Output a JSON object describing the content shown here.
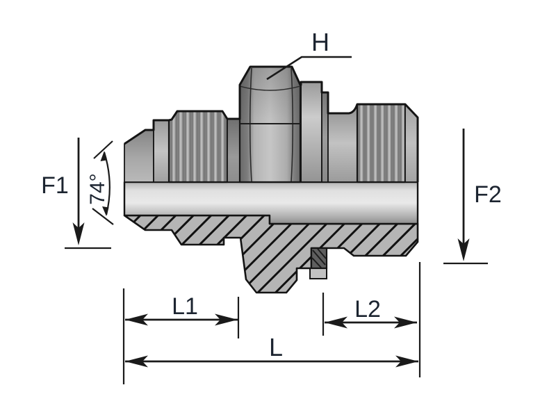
{
  "drawing": {
    "title": "male-adapter-fitting-half-section",
    "background": "#ffffff",
    "labels": {
      "hex_across_flats": "H",
      "thread_size_left": "F1",
      "cone_angle": "74°",
      "thread_size_right": "F2",
      "length_left": "L1",
      "length_right": "L2",
      "length_overall": "L"
    },
    "colors": {
      "outline": "#141414",
      "dimension_line": "#1a1a1a",
      "label_text": "#1c2430",
      "body_light": "#c9c9c9",
      "body_mid": "#b2b2b2",
      "body_dark": "#6e6e6e",
      "section_fill": "#b5b5b5",
      "seal_fill": "#5f5f5f"
    }
  }
}
